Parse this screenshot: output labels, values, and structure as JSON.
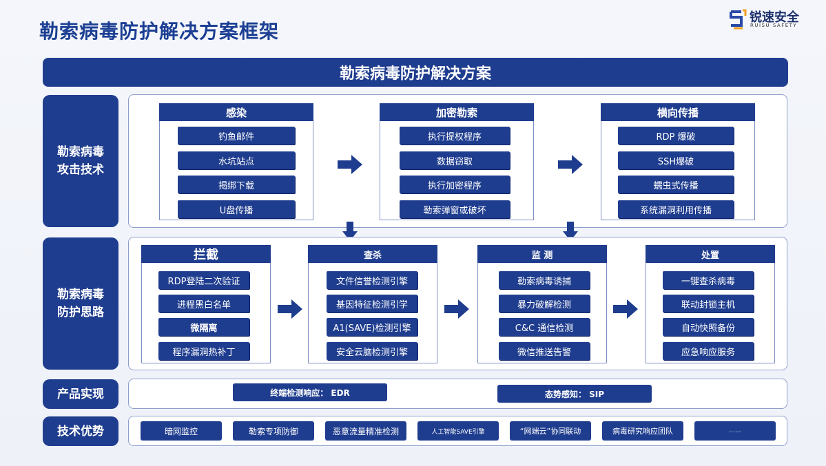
{
  "title": "勒索病毒防护解决方案框架",
  "logo": {
    "text": "锐速安全",
    "sub": "RUISU SAFETY"
  },
  "banner": "勒索病毒防护解决方案",
  "rows": {
    "attack_label_1": "勒索病毒",
    "attack_label_2": "攻击技术",
    "defense_label_1": "勒索病毒",
    "defense_label_2": "防护思路",
    "product_label": "产品实现",
    "advantage_label": "技术优势"
  },
  "attack": {
    "infection": {
      "title": "感染",
      "items": [
        "钓鱼邮件",
        "水坑站点",
        "揭绑下载",
        "U盘传播"
      ]
    },
    "encryption": {
      "title": "加密勒索",
      "items": [
        "执行提权程序",
        "数据窃取",
        "执行加密程序",
        "勒索弹窗或破坏"
      ]
    },
    "lateral": {
      "title": "横向传播",
      "items": [
        "RDP 爆破",
        "SSH爆破",
        "蠕虫式传播",
        "系统漏洞利用传播"
      ]
    }
  },
  "defense": {
    "intercept": {
      "title": "拦截",
      "items": [
        "RDP登陆二次验证",
        "进程黑白名单",
        "微隔离",
        "程序漏洞热补丁"
      ]
    },
    "scan": {
      "title": "查杀",
      "items": [
        "文件信誉检测引擎",
        "基因特征检测引学",
        "A1(SAVE)检测引擎",
        "安全云脑检测引擎"
      ]
    },
    "monitor": {
      "title": "监 测",
      "items": [
        "勒索病毒诱捕",
        "暴力破解检测",
        "C&C 通信检测",
        "微信推送告警"
      ]
    },
    "handle": {
      "title": "处置",
      "items": [
        "一键查杀病毒",
        "联动封锁主机",
        "自动快照备份",
        "应急响应服务"
      ]
    }
  },
  "products": [
    "终端检测响应： EDR",
    "态势感知： SIP"
  ],
  "advantages": [
    "暗网监控",
    "勒索专项防御",
    "恶意流量精准检测",
    "人工智能SAVE引擎",
    "“网端云”协同联动",
    "病毒研究响应团队",
    "......"
  ],
  "colors": {
    "primary": "#1f3d8f",
    "title": "#1c3f94",
    "border": "#8f9fcc"
  }
}
